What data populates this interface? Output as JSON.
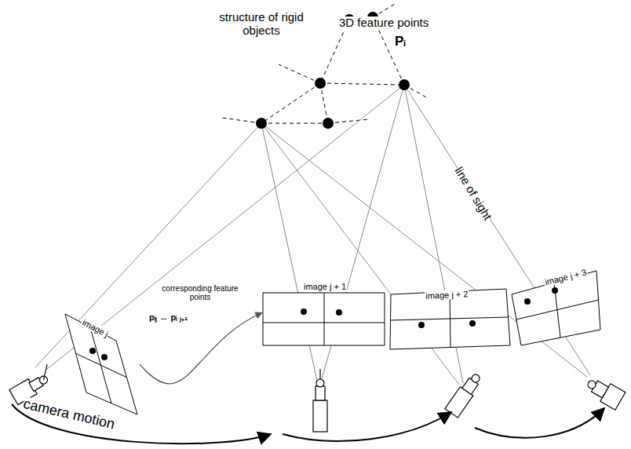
{
  "diagram": {
    "nodes": [
      {
        "text": [
          "image j"
        ]
      },
      {
        "text": [
          "image j + 1"
        ]
      },
      {
        "text": [
          "image j + 2"
        ]
      },
      {
        "text": [
          "image j + 3"
        ]
      }
    ],
    "edges": [
      {
        "from": 0,
        "to": 1,
        "arrow": "to",
        "label": "corresponding feature points"
      }
    ],
    "labels": [
      "structure of rigid objects",
      "3D feature points",
      "Pᵢ",
      "line of sight",
      "pᵢⱼ ↔ pᵢ ⱼ₊₁",
      "camera motion"
    ]
  }
}
